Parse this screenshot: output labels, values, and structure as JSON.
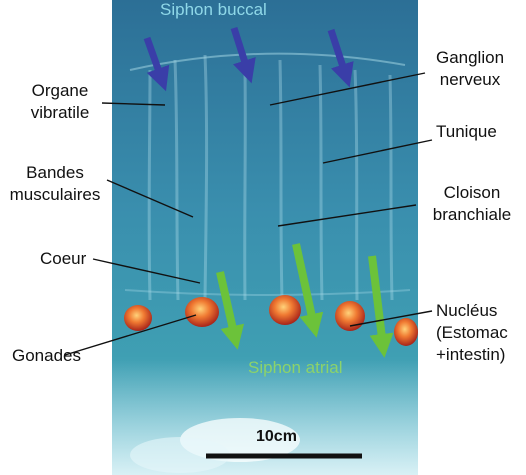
{
  "labels": {
    "siphon_buccal": "Siphon buccal",
    "organe": [
      "Organe",
      "vibratile"
    ],
    "ganglion": [
      "Ganglion",
      "nerveux"
    ],
    "tunique": "Tunique",
    "bandes": [
      "Bandes",
      "musculaires"
    ],
    "cloison": [
      "Cloison",
      "branchiale"
    ],
    "coeur": "Coeur",
    "nucleus": [
      "Nucléus",
      "(Estomac",
      "+intestin)"
    ],
    "gonades": "Gonades",
    "siphon_atrial": "Siphon atrial",
    "scale_bar": "10cm"
  },
  "colors": {
    "siphon_buccal_text": "#8fd8e8",
    "siphon_atrial_text": "#8cd36a",
    "buccal_arrows": "#3a3ea8",
    "atrial_arrows": "#6cc23a",
    "background_water": "#2f7f9e",
    "gonad_orange": "#e0532a"
  }
}
